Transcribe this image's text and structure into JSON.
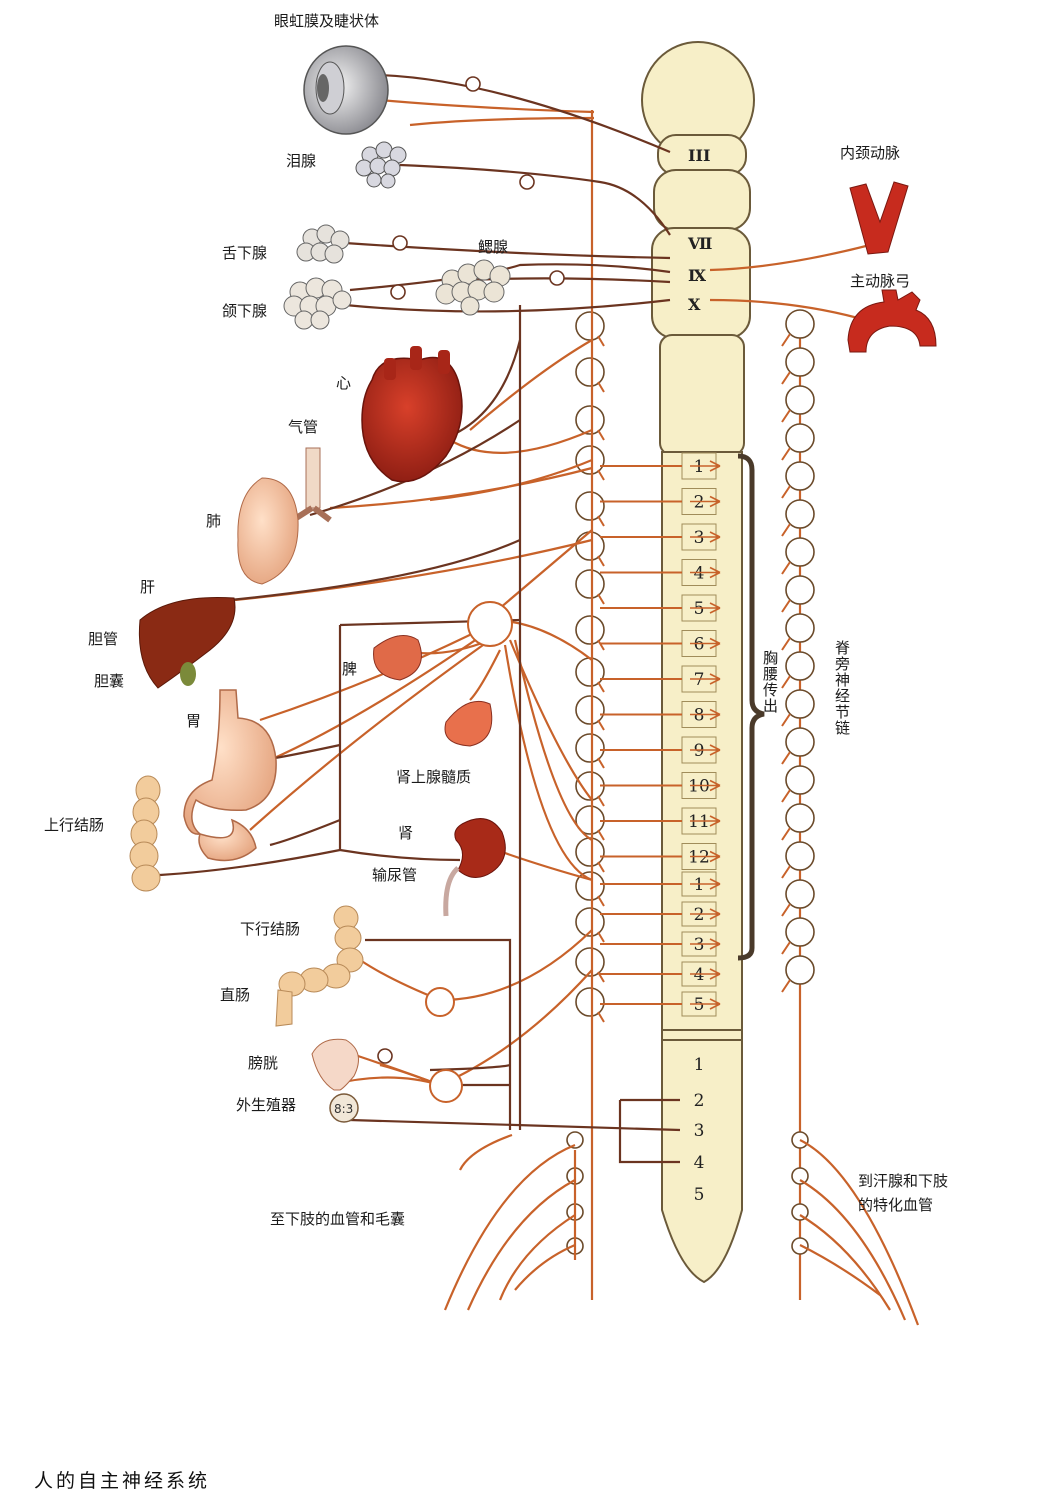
{
  "caption": "人的自主神经系统",
  "colors": {
    "nerve": "#c8622a",
    "nerve_dark": "#6b3420",
    "cord_fill": "#f7efc8",
    "cord_stroke": "#6b5a3a",
    "organ_red": "#b8301e",
    "bracket": "#4a3a2a"
  },
  "labels": {
    "eye": "眼虹膜及睫状体",
    "lacrimal": "泪腺",
    "sublingual": "舌下腺",
    "parotid": "鳃腺",
    "submandibular": "颌下腺",
    "carotid": "内颈动脉",
    "aortic_arch": "主动脉弓",
    "heart": "心",
    "trachea": "气管",
    "lung": "肺",
    "liver": "肝",
    "bile_duct": "胆管",
    "gallbladder": "胆囊",
    "spleen": "脾",
    "stomach": "胃",
    "adrenal": "肾上腺髓质",
    "ascending_colon": "上行结肠",
    "kidney": "肾",
    "ureter": "输尿管",
    "descending_colon": "下行结肠",
    "rectum": "直肠",
    "bladder": "膀胱",
    "genitals": "外生殖器",
    "lower_limb_left": "至下肢的血管和毛囊",
    "lower_limb_right_1": "到汗腺和下肢",
    "lower_limb_right_2": "的特化血管",
    "thoracolumbar": "胸腰传出",
    "sympathetic_chain": "脊旁神经节链"
  },
  "cord": {
    "cranial": [
      "III",
      "Ⅶ",
      "Ⅸ",
      "X"
    ],
    "thoracic": [
      "1",
      "2",
      "3",
      "4",
      "5",
      "6",
      "7",
      "8",
      "9",
      "10",
      "11",
      "12"
    ],
    "lumbar": [
      "1",
      "2",
      "3",
      "4",
      "5"
    ],
    "sacral": [
      "1",
      "2",
      "3",
      "4",
      "5"
    ]
  },
  "icons": {
    "eye": "eyeball-icon",
    "heart": "heart-icon",
    "ganglion": "ganglion-circle-icon"
  }
}
